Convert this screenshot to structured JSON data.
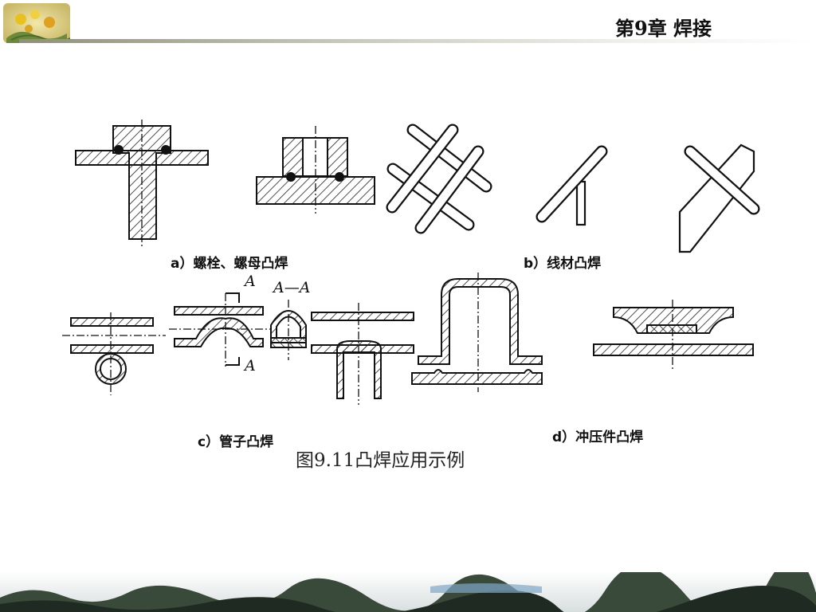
{
  "header": {
    "chapter_title": "第9章 焊接",
    "logo_icon": "flower-logo-icon"
  },
  "figure": {
    "captions": {
      "a": "a）螺栓、螺母凸焊",
      "b": "b）线材凸焊",
      "c": "c）管子凸焊",
      "d": "d）冲压件凸焊"
    },
    "section_labels": {
      "top": "A",
      "middle": "A—A",
      "bottom": "A"
    },
    "title": "图9.11凸焊应用示例"
  },
  "footer": {
    "decoration_icon": "landscape-strip-icon"
  },
  "colors": {
    "ink": "#111111",
    "hatch": "#222222",
    "header_line": "#8f8f7a"
  }
}
